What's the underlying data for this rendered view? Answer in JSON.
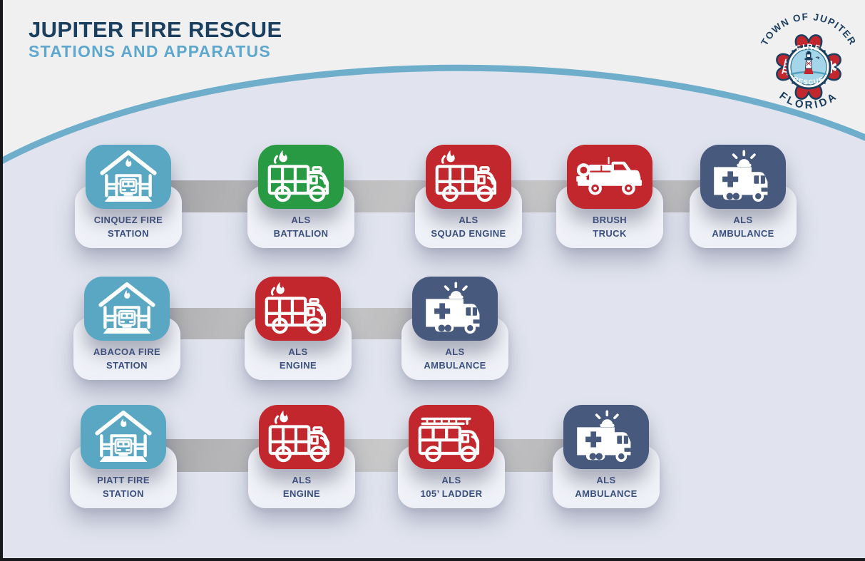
{
  "header": {
    "title": "JUPITER FIRE RESCUE",
    "subtitle": "STATIONS AND APPARATUS"
  },
  "logo": {
    "arc_top": "TOWN OF JUPITER",
    "cross_top": "FIRE",
    "cross_bottom": "RESCUE",
    "arc_bottom": "FLORIDA"
  },
  "colors": {
    "station_blue": "#5AA7C3",
    "battalion_green": "#289A44",
    "engine_red": "#C1272D",
    "ambulance_blue": "#47597D",
    "background_outer": "#F0F0F1",
    "background_panel": "#E1E4EE",
    "curve_stroke": "#6FAECB",
    "connector_gray": "#ADADAE",
    "title_navy": "#1B3F5F",
    "subtitle_blue": "#5FA8CD",
    "label_navy": "#3A5080"
  },
  "rows": [
    {
      "items": [
        {
          "id": "cinquez-fire-station",
          "label": "CINQUEZ FIRE\nSTATION",
          "icon": "fire-station",
          "color": "station_blue"
        },
        {
          "id": "als-battalion",
          "label": "ALS\nBATTALION",
          "icon": "fire-engine",
          "color": "battalion_green"
        },
        {
          "id": "als-squad-engine",
          "label": "ALS\nSQUAD ENGINE",
          "icon": "fire-engine",
          "color": "engine_red"
        },
        {
          "id": "brush-truck",
          "label": "BRUSH\nTRUCK",
          "icon": "brush-truck",
          "color": "engine_red"
        },
        {
          "id": "als-ambulance",
          "label": "ALS\nAMBULANCE",
          "icon": "ambulance",
          "color": "ambulance_blue"
        }
      ]
    },
    {
      "items": [
        {
          "id": "abacoa-fire-station",
          "label": "ABACOA FIRE\nSTATION",
          "icon": "fire-station",
          "color": "station_blue"
        },
        {
          "id": "als-engine",
          "label": "ALS\nENGINE",
          "icon": "fire-engine",
          "color": "engine_red"
        },
        {
          "id": "als-ambulance",
          "label": "ALS\nAMBULANCE",
          "icon": "ambulance",
          "color": "ambulance_blue"
        }
      ]
    },
    {
      "items": [
        {
          "id": "piatt-fire-station",
          "label": "PIATT FIRE\nSTATION",
          "icon": "fire-station",
          "color": "station_blue"
        },
        {
          "id": "als-engine",
          "label": "ALS\nENGINE",
          "icon": "fire-engine",
          "color": "engine_red"
        },
        {
          "id": "als-105-ladder",
          "label": "ALS\n105’ LADDER",
          "icon": "ladder-truck",
          "color": "engine_red"
        },
        {
          "id": "als-ambulance",
          "label": "ALS\nAMBULANCE",
          "icon": "ambulance",
          "color": "ambulance_blue"
        }
      ]
    }
  ]
}
